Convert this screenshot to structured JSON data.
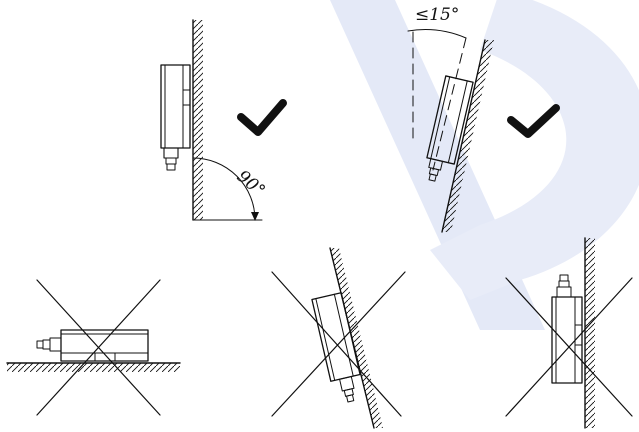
{
  "diagram": {
    "panels": [
      {
        "id": "wall-vertical",
        "verdict": "correct",
        "verdict_icon": "check-mark-icon"
      },
      {
        "id": "tilted-back",
        "verdict": "correct",
        "verdict_icon": "check-mark-icon"
      },
      {
        "id": "horizontal-on-floor",
        "verdict": "incorrect",
        "verdict_icon": "cross-mark-icon"
      },
      {
        "id": "tilted-forward",
        "verdict": "incorrect",
        "verdict_icon": "cross-mark-icon"
      },
      {
        "id": "upside-down",
        "verdict": "incorrect",
        "verdict_icon": "cross-mark-icon"
      }
    ],
    "angle_right_label": "90°",
    "angle_tilt_label": "≤15°",
    "colors": {
      "line": "#111111",
      "watermark": "#e3e8f6",
      "background": "#ffffff"
    }
  }
}
